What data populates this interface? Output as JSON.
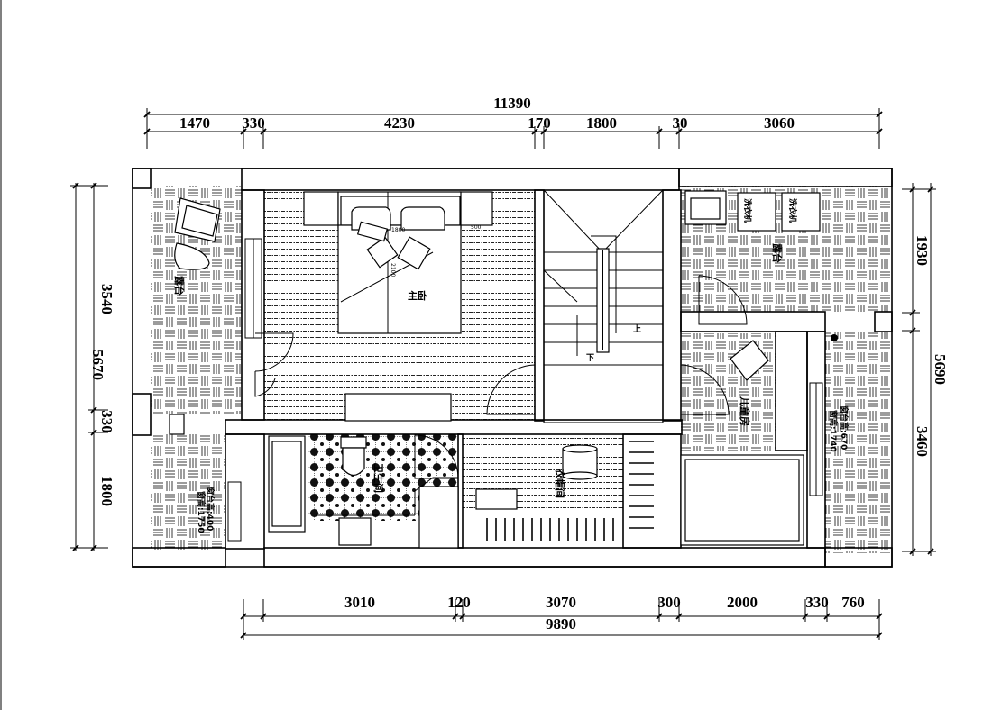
{
  "dimensions": {
    "top_total": "11390",
    "top_segments": [
      "1470",
      "330",
      "4230",
      "170",
      "1800",
      "30",
      "3060"
    ],
    "bottom_total": "9890",
    "bottom_segments": [
      "3010",
      "120",
      "3070",
      "300",
      "2000",
      "330",
      "760"
    ],
    "left_total": "5670",
    "left_segments": [
      "3540",
      "330",
      "1800"
    ],
    "right_total": "5690",
    "right_segments": [
      "1930",
      "3460"
    ]
  },
  "rooms": {
    "master_bedroom": "主卧",
    "balcony_left": "露台",
    "balcony_right": "露台",
    "bathroom": "卫生间",
    "closet": "衣帽间",
    "kids_room": "儿童房"
  },
  "notes": {
    "sill_left_1": "窗台高:400",
    "sill_left_2": "窗高:1750",
    "sill_right_1": "窗台高:670",
    "sill_right_2": "窗高:1740"
  },
  "fixtures": {
    "washer_1": "洗衣机",
    "washer_2": "洗衣机"
  },
  "stairs": {
    "up": "上",
    "down": "下"
  },
  "bed_dims": {
    "width": "1800",
    "length": "2100",
    "side": "500"
  }
}
